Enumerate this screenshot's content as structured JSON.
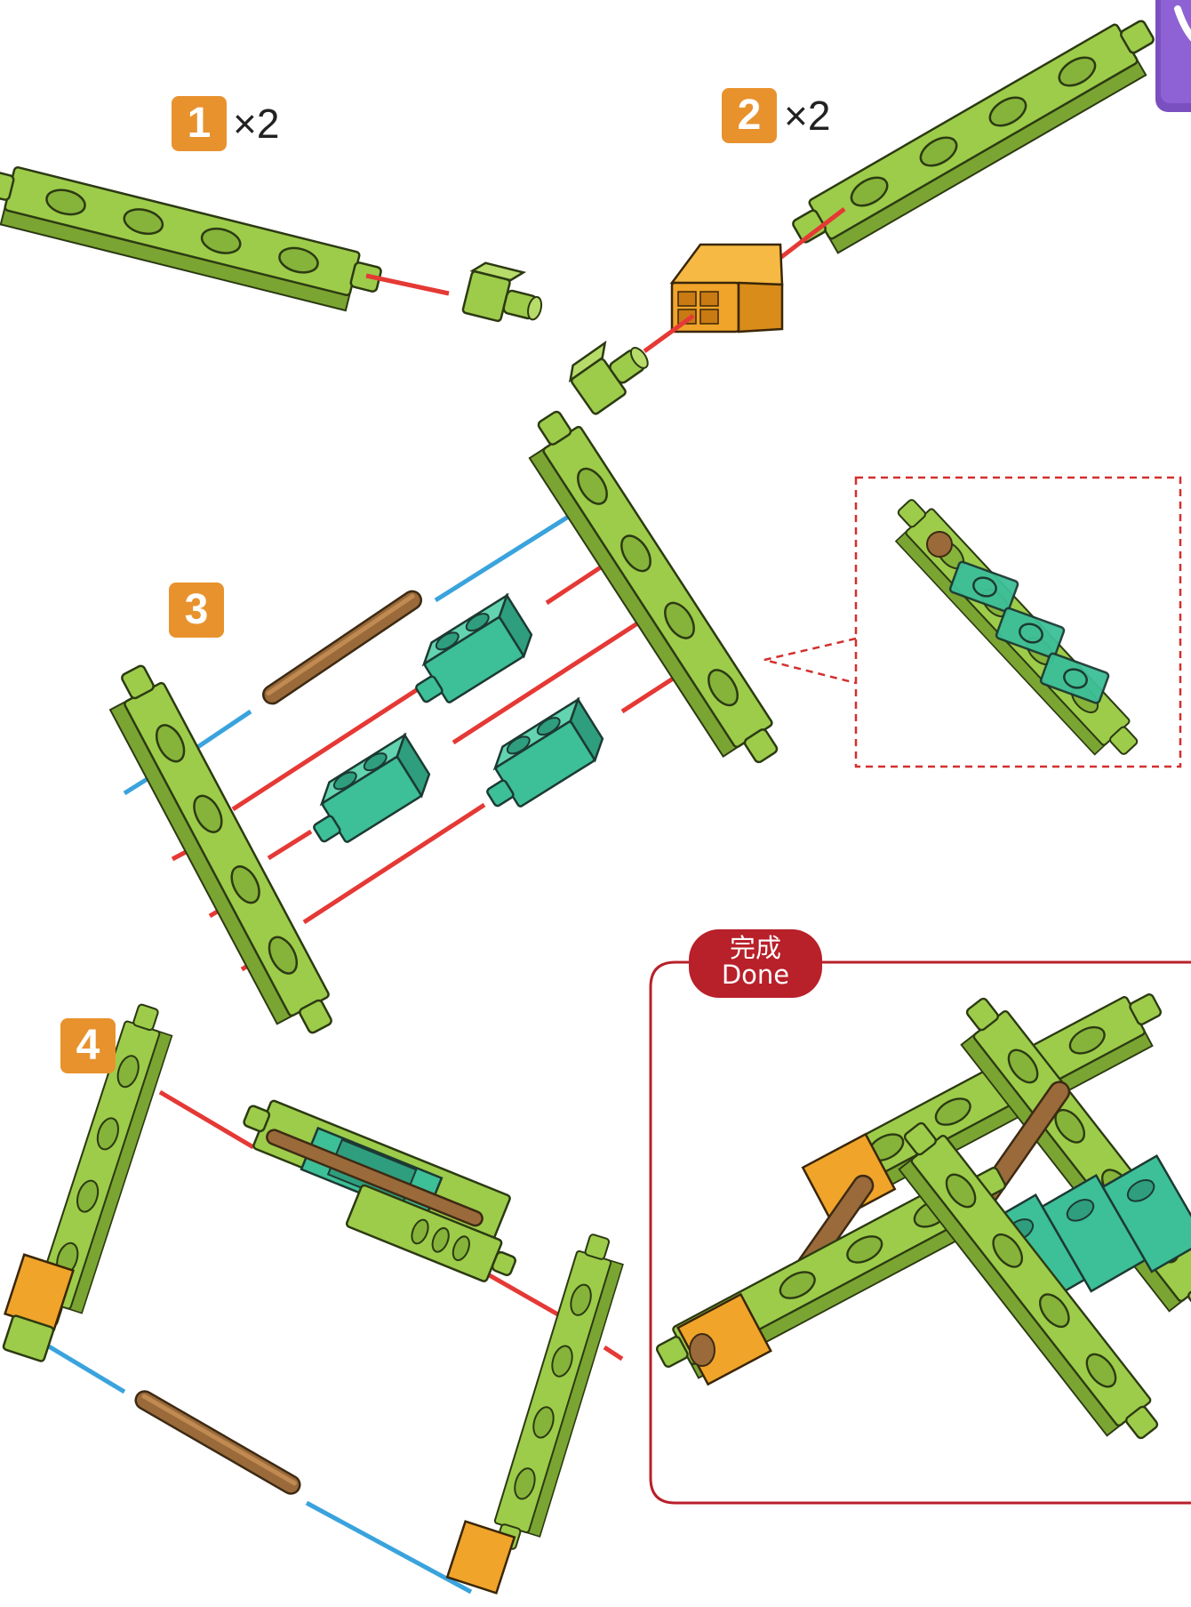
{
  "steps": [
    {
      "number": "1",
      "multiplier": "×2"
    },
    {
      "number": "2",
      "multiplier": "×2"
    },
    {
      "number": "3"
    },
    {
      "number": "4"
    }
  ],
  "done": {
    "zh": "完成",
    "en": "Done"
  },
  "colors": {
    "step_badge": "#e8922e",
    "beam_green": "#9dcc4a",
    "connector_orange": "#f0a42a",
    "block_teal": "#3dbf98",
    "rod_brown": "#9a6a3a",
    "line_red": "#e53935",
    "line_blue": "#3aa3dd",
    "done_red": "#b8202a",
    "corner_tab_purple": "#7a4fc0"
  },
  "icons": [
    "green-beam-icon",
    "cube-peg-icon",
    "orange-connector-icon",
    "teal-block-icon",
    "brown-rod-icon"
  ]
}
